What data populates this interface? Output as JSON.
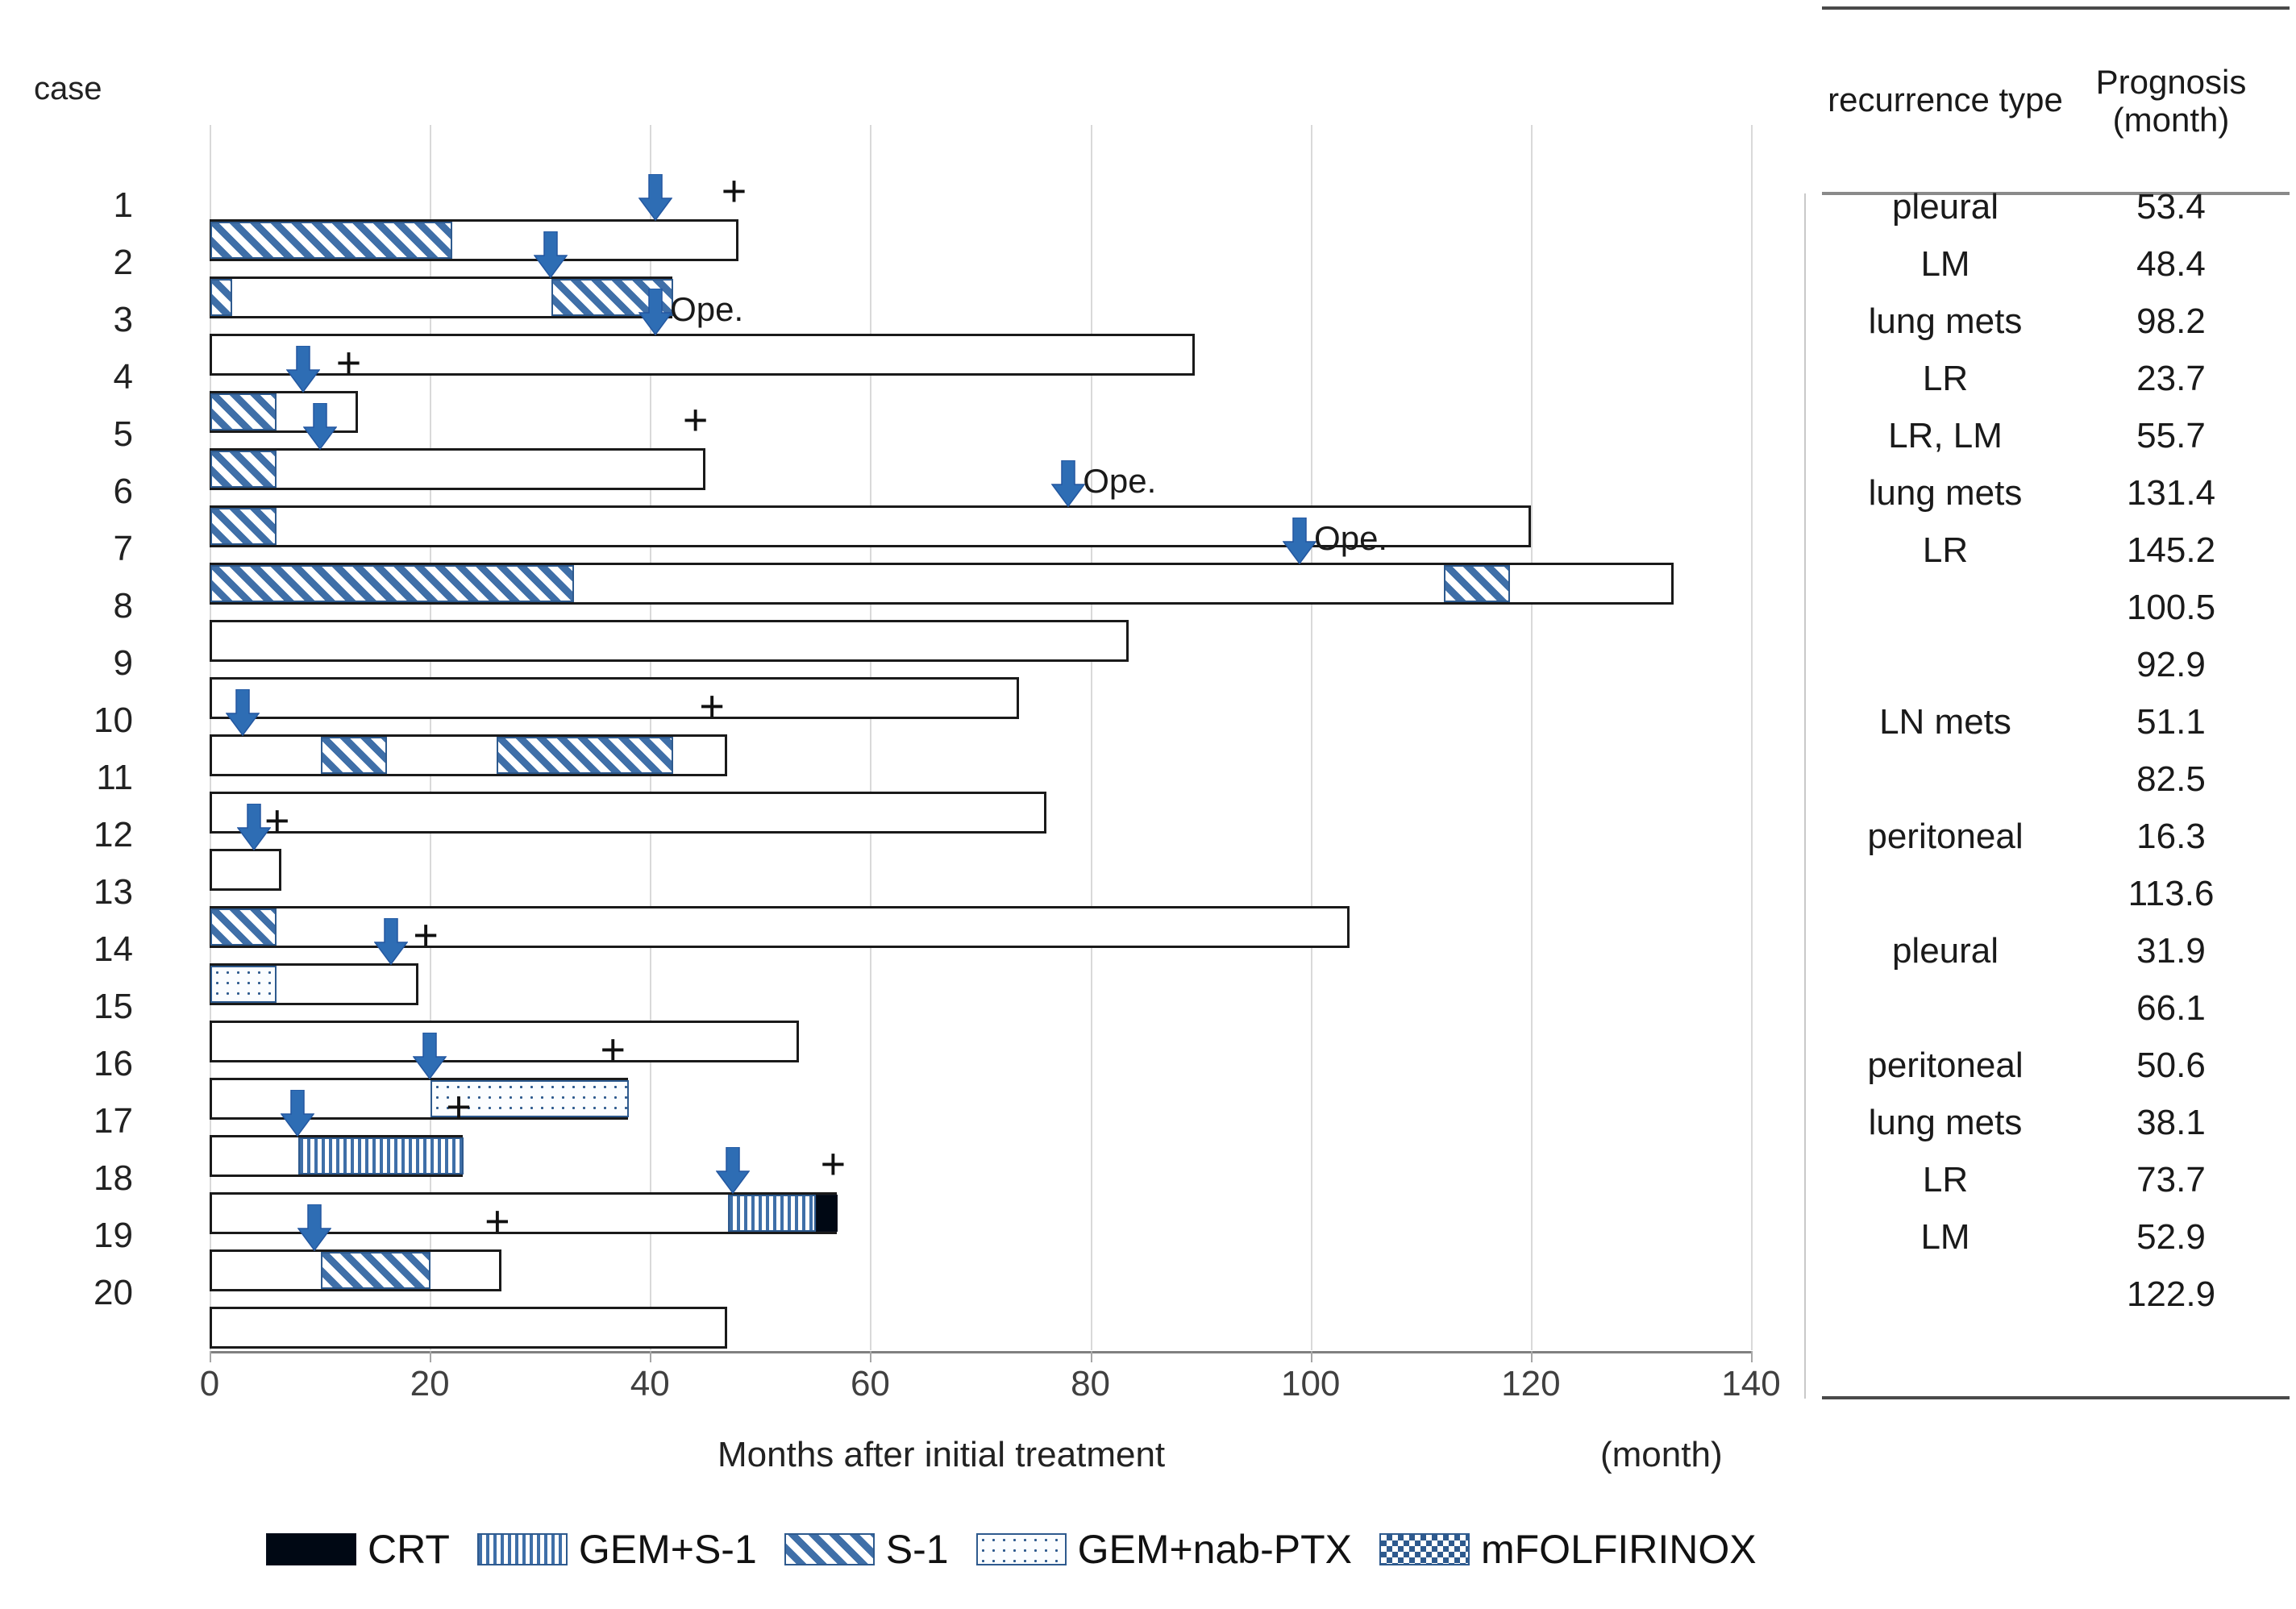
{
  "axis": {
    "case_header": "case",
    "xlabel": "Months after initial treatment",
    "xunit": "(month)",
    "ticks": [
      0,
      20,
      40,
      60,
      80,
      100,
      120,
      140
    ]
  },
  "legend": [
    {
      "label": "CRT",
      "pattern": "solid-black",
      "color": "#000814"
    },
    {
      "label": "GEM+S-1",
      "pattern": "vertical-stripes",
      "color": "#3f6fa8"
    },
    {
      "label": "S-1",
      "pattern": "diagonal-hatch",
      "color": "#3f6fa8"
    },
    {
      "label": "GEM+nab-PTX",
      "pattern": "dotted",
      "color": "#2e5a8e"
    },
    {
      "label": "mFOLFIRINOX",
      "pattern": "checkerboard",
      "color": "#2e5a8e"
    }
  ],
  "table": {
    "header_type": "recurrence type",
    "header_prognosis": "Prognosis\n(month)",
    "header_prognosis_line1": "Prognosis",
    "header_prognosis_line2": "(month)",
    "rows": [
      {
        "case": 1,
        "recurrence": "pleural",
        "prognosis": "53.4"
      },
      {
        "case": 2,
        "recurrence": "LM",
        "prognosis": "48.4"
      },
      {
        "case": 3,
        "recurrence": "lung mets",
        "prognosis": "98.2"
      },
      {
        "case": 4,
        "recurrence": "LR",
        "prognosis": "23.7"
      },
      {
        "case": 5,
        "recurrence": "LR, LM",
        "prognosis": "55.7"
      },
      {
        "case": 6,
        "recurrence": "lung mets",
        "prognosis": "131.4"
      },
      {
        "case": 7,
        "recurrence": "LR",
        "prognosis": "145.2"
      },
      {
        "case": 8,
        "recurrence": "",
        "prognosis": "100.5"
      },
      {
        "case": 9,
        "recurrence": "",
        "prognosis": "92.9"
      },
      {
        "case": 10,
        "recurrence": "LN mets",
        "prognosis": "51.1"
      },
      {
        "case": 11,
        "recurrence": "",
        "prognosis": "82.5"
      },
      {
        "case": 12,
        "recurrence": "peritoneal",
        "prognosis": "16.3"
      },
      {
        "case": 13,
        "recurrence": "",
        "prognosis": "113.6"
      },
      {
        "case": 14,
        "recurrence": "pleural",
        "prognosis": "31.9"
      },
      {
        "case": 15,
        "recurrence": "",
        "prognosis": "66.1"
      },
      {
        "case": 16,
        "recurrence": "peritoneal",
        "prognosis": "50.6"
      },
      {
        "case": 17,
        "recurrence": "lung mets",
        "prognosis": "38.1"
      },
      {
        "case": 18,
        "recurrence": "LR",
        "prognosis": "73.7"
      },
      {
        "case": 19,
        "recurrence": "LM",
        "prognosis": "52.9"
      },
      {
        "case": 20,
        "recurrence": "",
        "prognosis": "122.9"
      }
    ]
  },
  "chart_data": {
    "type": "bar",
    "title": "",
    "xlabel": "Months after initial treatment",
    "ylabel": "case",
    "xlim": [
      0,
      140
    ],
    "grid": true,
    "legend_position": "bottom",
    "note": "Horizontal swimlane / Gantt timeline. Each case bar spans 0 to its total follow-up length in months. Segments show chemotherapy regimen periods; arrows mark events (recurrence / operation); '+' marks death.",
    "categories": [
      1,
      2,
      3,
      4,
      5,
      6,
      7,
      8,
      9,
      10,
      11,
      12,
      13,
      14,
      15,
      16,
      17,
      18,
      19,
      20
    ],
    "values": [
      48.0,
      42.0,
      89.5,
      13.5,
      45.0,
      120.0,
      133.0,
      83.5,
      73.5,
      47.0,
      76.0,
      6.5,
      103.5,
      19.0,
      53.5,
      38.0,
      23.0,
      57.0,
      26.5,
      47.0
    ],
    "bars": [
      {
        "case": 1,
        "total": 48.0,
        "segments": [
          {
            "regimen": "S-1",
            "start": 0,
            "end": 22
          }
        ],
        "arrows": [
          {
            "at": 40.5
          }
        ],
        "death": 47.5,
        "ope": []
      },
      {
        "case": 2,
        "total": 42.0,
        "segments": [
          {
            "regimen": "S-1",
            "start": 0,
            "end": 2
          },
          {
            "regimen": "S-1",
            "start": 31,
            "end": 42
          }
        ],
        "arrows": [
          {
            "at": 31
          }
        ],
        "death": null,
        "ope": []
      },
      {
        "case": 3,
        "total": 89.5,
        "segments": [],
        "arrows": [
          {
            "at": 40.5,
            "label": "Ope."
          }
        ],
        "death": null,
        "ope": [
          40.5
        ]
      },
      {
        "case": 4,
        "total": 13.5,
        "segments": [
          {
            "regimen": "S-1",
            "start": 0,
            "end": 6
          }
        ],
        "arrows": [
          {
            "at": 8.5
          }
        ],
        "death": 12.5,
        "ope": []
      },
      {
        "case": 5,
        "total": 45.0,
        "segments": [
          {
            "regimen": "S-1",
            "start": 0,
            "end": 6
          }
        ],
        "arrows": [
          {
            "at": 10
          }
        ],
        "death": 44.0,
        "ope": []
      },
      {
        "case": 6,
        "total": 120.0,
        "segments": [
          {
            "regimen": "S-1",
            "start": 0,
            "end": 6
          }
        ],
        "arrows": [
          {
            "at": 78,
            "label": "Ope."
          }
        ],
        "death": null,
        "ope": [
          78
        ]
      },
      {
        "case": 7,
        "total": 133.0,
        "segments": [
          {
            "regimen": "S-1",
            "start": 0,
            "end": 33
          },
          {
            "regimen": "S-1",
            "start": 112,
            "end": 118
          }
        ],
        "arrows": [
          {
            "at": 99,
            "label": "Ope."
          }
        ],
        "death": null,
        "ope": [
          99
        ]
      },
      {
        "case": 8,
        "total": 83.5,
        "segments": [],
        "arrows": [],
        "death": null,
        "ope": []
      },
      {
        "case": 9,
        "total": 73.5,
        "segments": [],
        "arrows": [],
        "death": null,
        "ope": []
      },
      {
        "case": 10,
        "total": 47.0,
        "segments": [
          {
            "regimen": "S-1",
            "start": 10,
            "end": 16
          },
          {
            "regimen": "S-1",
            "start": 26,
            "end": 42
          }
        ],
        "arrows": [
          {
            "at": 3
          }
        ],
        "death": 45.5,
        "ope": []
      },
      {
        "case": 11,
        "total": 76.0,
        "segments": [],
        "arrows": [],
        "death": null,
        "ope": []
      },
      {
        "case": 12,
        "total": 6.5,
        "segments": [],
        "arrows": [
          {
            "at": 4
          }
        ],
        "death": 6.0,
        "ope": []
      },
      {
        "case": 13,
        "total": 103.5,
        "segments": [
          {
            "regimen": "S-1",
            "start": 0,
            "end": 6
          }
        ],
        "arrows": [],
        "death": null,
        "ope": []
      },
      {
        "case": 14,
        "total": 19.0,
        "segments": [
          {
            "regimen": "GEM+nab-PTX",
            "start": 0,
            "end": 6
          }
        ],
        "arrows": [
          {
            "at": 16.5
          }
        ],
        "death": 19.5,
        "ope": []
      },
      {
        "case": 15,
        "total": 53.5,
        "segments": [],
        "arrows": [],
        "death": null,
        "ope": []
      },
      {
        "case": 16,
        "total": 38.0,
        "segments": [
          {
            "regimen": "GEM+nab-PTX",
            "start": 20,
            "end": 38
          }
        ],
        "arrows": [
          {
            "at": 20
          }
        ],
        "death": 36.5,
        "ope": []
      },
      {
        "case": 17,
        "total": 23.0,
        "segments": [
          {
            "regimen": "GEM+S-1",
            "start": 8,
            "end": 23
          }
        ],
        "arrows": [
          {
            "at": 8
          }
        ],
        "death": 22.5,
        "ope": []
      },
      {
        "case": 18,
        "total": 57.0,
        "segments": [
          {
            "regimen": "GEM+S-1",
            "start": 47,
            "end": 55
          },
          {
            "regimen": "CRT",
            "start": 55,
            "end": 57
          }
        ],
        "arrows": [
          {
            "at": 47.5
          }
        ],
        "death": 56.5,
        "ope": []
      },
      {
        "case": 19,
        "total": 26.5,
        "segments": [
          {
            "regimen": "S-1",
            "start": 10,
            "end": 20
          }
        ],
        "arrows": [
          {
            "at": 9.5
          }
        ],
        "death": 26.0,
        "ope": []
      },
      {
        "case": 20,
        "total": 47.0,
        "segments": [],
        "arrows": [],
        "death": null,
        "ope": []
      }
    ]
  }
}
